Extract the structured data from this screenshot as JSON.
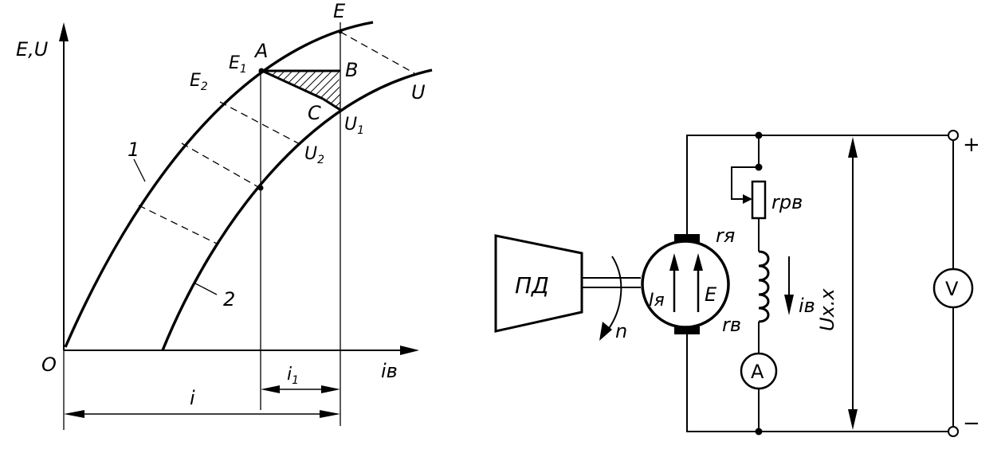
{
  "graph": {
    "axis_y_label": "E,U",
    "axis_x_label": "iв",
    "origin_label": "O",
    "point_E": "E",
    "point_E1_main": "E",
    "point_E1_sub": "1",
    "point_E2_main": "E",
    "point_E2_sub": "2",
    "point_A": "A",
    "point_B": "B",
    "point_C": "C",
    "point_U": "U",
    "point_U1_main": "U",
    "point_U1_sub": "1",
    "point_U2_main": "U",
    "point_U2_sub": "2",
    "curve1_label": "1",
    "curve2_label": "2",
    "i1_main": "i",
    "i1_sub": "1",
    "i_label": "i"
  },
  "circuit": {
    "prime_mover": "ПД",
    "speed": "n",
    "armature_current": "Iя",
    "emf": "E",
    "armature_resistance": "rя",
    "rheostat": "rрв",
    "field_current": "iв",
    "field_resistance": "rв",
    "voltage_label": "Ux.x",
    "ammeter": "A",
    "voltmeter": "V",
    "plus": "+",
    "minus": "−"
  },
  "colors": {
    "ink": "#000000",
    "paper": "#ffffff"
  }
}
